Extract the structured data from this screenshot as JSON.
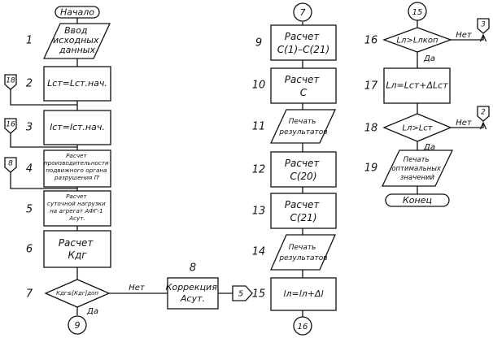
{
  "blocks": {
    "start": "Начало",
    "b1": [
      "Ввод",
      "исходных",
      "данных"
    ],
    "b2": "Lст=Lст.нач.",
    "b3": "lст=lст.нач.",
    "b4": [
      "Расчет",
      "производительности",
      "подвижного органа",
      "разрушения П'"
    ],
    "b5": [
      "Расчет",
      "суточной нагрузки",
      "на агрегат АФГ-1",
      "Асут."
    ],
    "b6": [
      "Расчет",
      "Кдг"
    ],
    "b7": "Кдг≤[Кдг]доп",
    "b8": [
      "Коррекция",
      "Асут."
    ],
    "b9": [
      "Расчет",
      "С(1)–С(21)"
    ],
    "b10": [
      "Расчет",
      "С"
    ],
    "b11": [
      "Печать",
      "результатов"
    ],
    "b12": [
      "Расчет",
      "С(20)"
    ],
    "b13": [
      "Расчет",
      "С(21)"
    ],
    "b14": [
      "Печать",
      "результатов"
    ],
    "b15": "lл=lл+Δl",
    "b16": "Lл>Lлкоп",
    "b17": "Lл=Lст+ΔLст",
    "b18": "Lл>Lст",
    "b19": [
      "Печать",
      "оптимальных",
      "значений"
    ],
    "end": "Конец"
  },
  "numbers": {
    "n1": "1",
    "n2": "2",
    "n3": "3",
    "n4": "4",
    "n5": "5",
    "n6": "6",
    "n7": "7",
    "n8": "8",
    "n9": "9",
    "n10": "10",
    "n11": "11",
    "n12": "12",
    "n13": "13",
    "n14": "14",
    "n15": "15",
    "n16": "16",
    "n17": "17",
    "n18": "18",
    "n19": "19"
  },
  "connectors": {
    "c18_left": "18",
    "c16_left": "16",
    "c8_left": "8",
    "c5": "5",
    "c9_bottom": "9",
    "c7_top": "7",
    "c16_bottom": "16",
    "c15_top": "15",
    "c3": "3",
    "c2": "2"
  },
  "labels": {
    "no7": "Нет",
    "yes7": "Да",
    "no16": "Нет",
    "yes16": "Да",
    "no18": "Нет",
    "yes18": "Да"
  }
}
